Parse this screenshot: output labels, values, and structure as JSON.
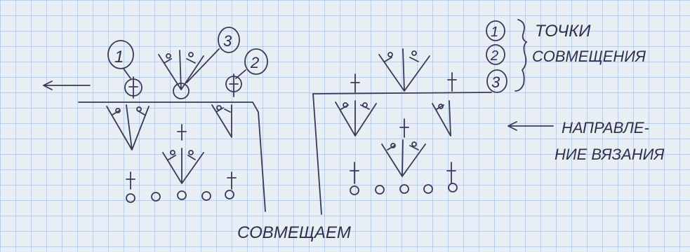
{
  "legend": {
    "markers": [
      "1",
      "2",
      "3"
    ],
    "points_label_line1": "ТОЧКИ",
    "points_label_line2": "СОВМЕЩЕНИЯ"
  },
  "direction": {
    "line1": "НАПРАВЛЕ-",
    "line2": "НИЕ ВЯЗАНИЯ"
  },
  "caption": "СОВМЕЩАЕМ",
  "left_markers": [
    "1",
    "3",
    "2"
  ],
  "colors": {
    "paper": "#e9eef4",
    "grid": "#7fa6d6",
    "pencil": "#3a3a55"
  }
}
